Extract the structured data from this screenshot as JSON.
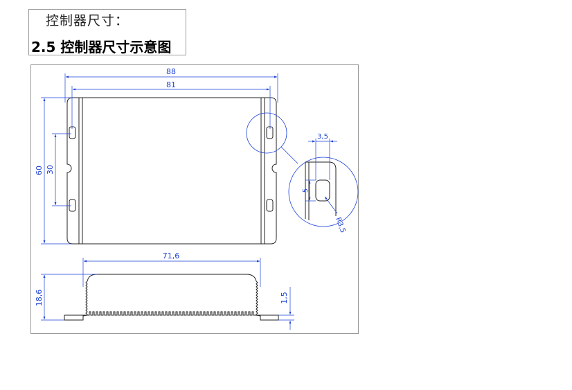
{
  "header": {
    "subtitle": "控制器尺寸：",
    "title": "2.5 控制器尺寸示意图"
  },
  "dimensions": {
    "overall_width": "88",
    "hole_spacing_width": "81",
    "overall_height": "60",
    "hole_spacing_height": "30",
    "slot_width": "3,5",
    "slot_height": "5",
    "corner_radius": "R3,5",
    "body_length": "71,6",
    "body_height": "18,6",
    "flange_thickness": "1,5"
  },
  "colors": {
    "outline": "#222222",
    "dimension": "#1a3fd6"
  }
}
